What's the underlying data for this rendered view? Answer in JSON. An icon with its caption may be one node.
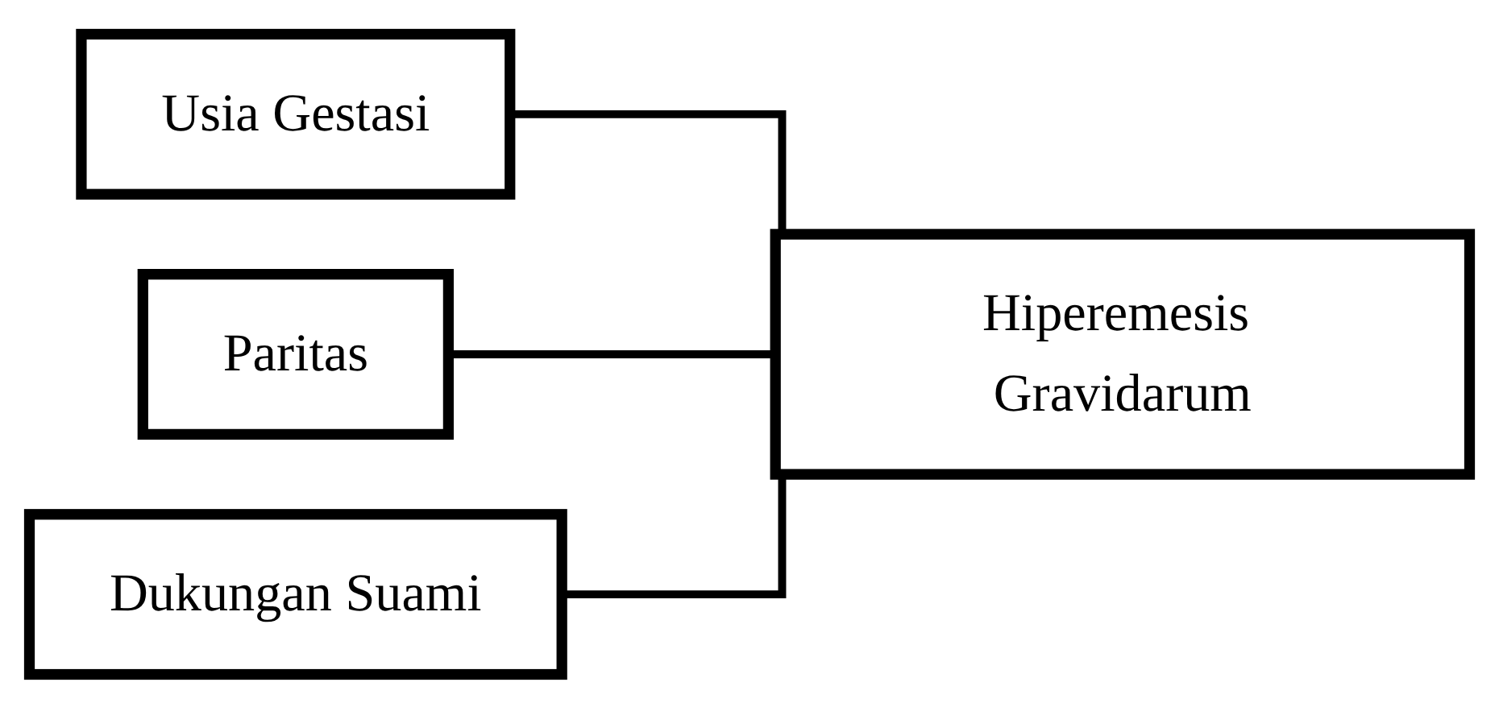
{
  "diagram": {
    "nodes": [
      {
        "text": [
          "Usia Gestasi"
        ]
      },
      {
        "text": [
          "Paritas"
        ]
      },
      {
        "text": [
          "Dukungan Suami"
        ]
      },
      {
        "text": [
          "Hiperemesis Gravidarum"
        ]
      }
    ],
    "edges": [
      {
        "from": 0,
        "to": 3,
        "arrow": "none"
      },
      {
        "from": 1,
        "to": 3,
        "arrow": "none"
      },
      {
        "from": 2,
        "to": 3,
        "arrow": "none"
      }
    ]
  }
}
